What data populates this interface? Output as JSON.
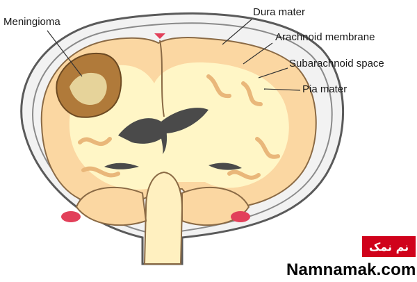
{
  "labels": {
    "meningioma": "Meningioma",
    "dura_mater": "Dura mater",
    "arachnoid_membrane": "Arachnoid membrane",
    "subarachnoid_space": "Subarachnoid space",
    "pia_mater": "Pia mater"
  },
  "watermark": {
    "badge": "نم نمک",
    "site": "Namnamak.com"
  },
  "colors": {
    "skull_outline": "#5a5a5a",
    "dura_fill": "#f4f4f4",
    "brain_fill": "#fbd7a2",
    "white_matter": "#fff6c6",
    "tumor": "#b07a3a",
    "ventricle": "#4a4a4a",
    "sinus": "#e2405a",
    "badge": "#d0021b"
  }
}
